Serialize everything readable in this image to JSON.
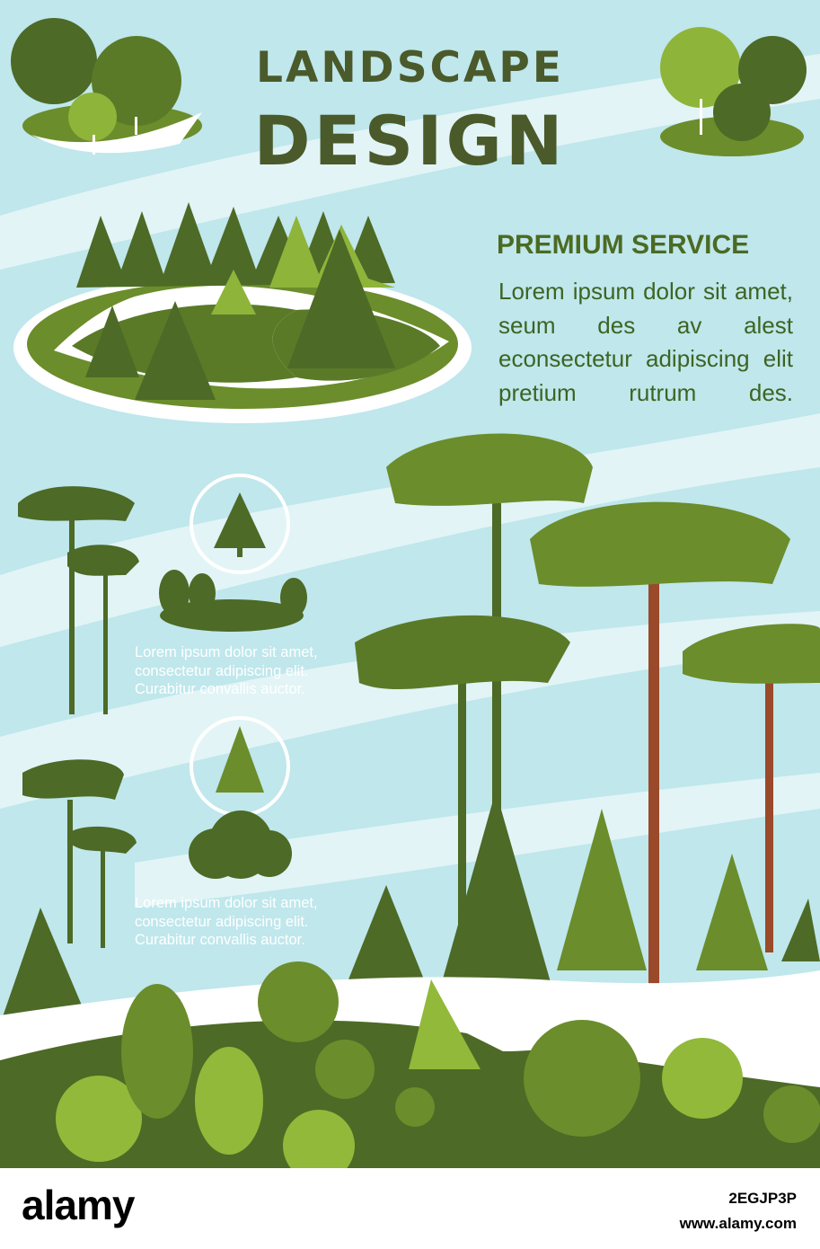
{
  "poster": {
    "title_line1": "LANDSCAPE",
    "title_line2": "DESIGN",
    "subtitle": "PREMIUM SERVICE",
    "intro": "Lorem ipsum dolor sit amet, seum des av alest econsectetur adipiscing elit pretium rutrum des.",
    "features": [
      {
        "icon": "spruce-tree-icon",
        "illustration": "park-path-icon",
        "lines": [
          "Lorem ipsum dolor sit amet,",
          "consectetur adipiscing elit.",
          "Curabitur convallis auctor."
        ]
      },
      {
        "icon": "fir-tree-icon",
        "illustration": "tree-grove-icon",
        "lines": [
          "Lorem ipsum dolor sit amet,",
          "consectetur adipiscing elit.",
          "Curabitur convallis auctor."
        ]
      }
    ]
  },
  "footer": {
    "brand": "alamy",
    "image_id": "2EGJP3P",
    "url": "www.alamy.com"
  },
  "colors": {
    "sky": "#bfe7ec",
    "dark_green": "#4d6a26",
    "mid_green": "#6e8e2e",
    "light_green": "#92b93a",
    "trunk_brown": "#9a4a2a",
    "text_green": "#3e6422"
  }
}
